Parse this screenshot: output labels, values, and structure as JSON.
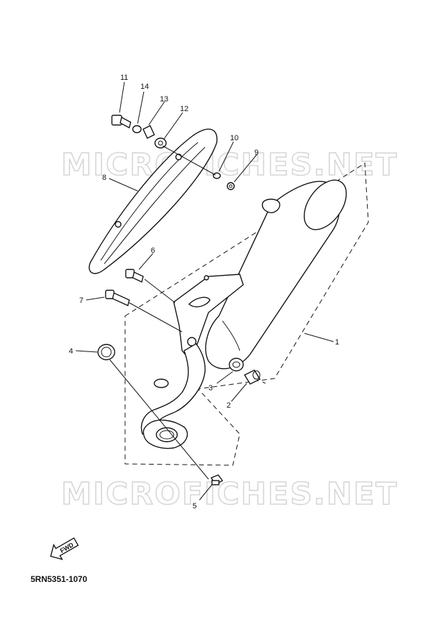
{
  "watermark": "MICROFICHES.NET",
  "diagram_code": "5RN5351-1070",
  "fwd_label": "FWD",
  "callouts": {
    "c1": "1",
    "c2": "2",
    "c3": "3",
    "c4": "4",
    "c5": "5",
    "c6": "6",
    "c7": "7",
    "c8": "8",
    "c9": "9",
    "c10": "10",
    "c11": "11",
    "c12": "12",
    "c13": "13",
    "c14": "14"
  }
}
